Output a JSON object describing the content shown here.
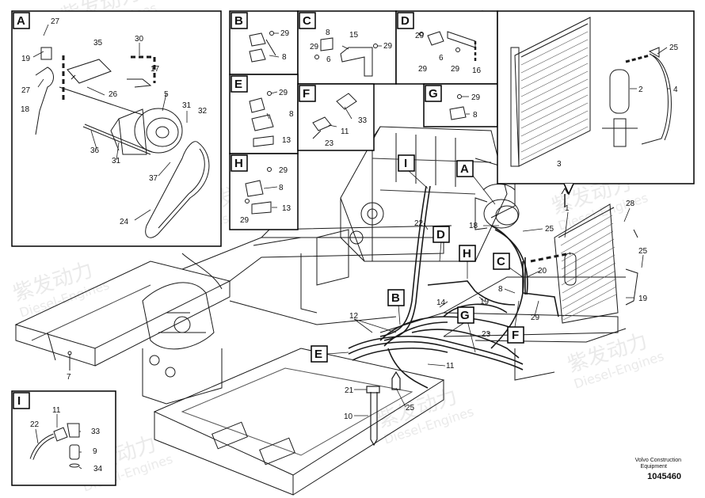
{
  "watermark": {
    "cn": "紫发动力",
    "en": "Diesel-Engines"
  },
  "footer": {
    "brand_line1": "Volvo Construction",
    "brand_line2": "Equipment",
    "doc_number": "1045460"
  },
  "colors": {
    "line": "#1a1a1a",
    "frame": "#000000",
    "watermark": "#e6e6e6"
  },
  "insets": {
    "A": {
      "letter": "A",
      "labels": [
        "27",
        "19",
        "27",
        "18",
        "35",
        "30",
        "17",
        "26",
        "5",
        "31",
        "32",
        "36",
        "31",
        "37",
        "24"
      ]
    },
    "B": {
      "letter": "B",
      "labels": [
        "29",
        "8"
      ]
    },
    "C": {
      "letter": "C",
      "labels": [
        "8",
        "15",
        "29",
        "6",
        "29"
      ]
    },
    "D": {
      "letter": "D",
      "labels": [
        "29",
        "6",
        "29",
        "16"
      ]
    },
    "E": {
      "letter": "E",
      "labels": [
        "29",
        "8",
        "13"
      ]
    },
    "F": {
      "letter": "F",
      "labels": [
        "33",
        "11",
        "23"
      ]
    },
    "G": {
      "letter": "G",
      "labels": [
        "29",
        "8"
      ]
    },
    "H": {
      "letter": "H",
      "labels": [
        "29",
        "8",
        "29",
        "13"
      ]
    },
    "I": {
      "letter": "I",
      "labels": [
        "11",
        "22",
        "33",
        "9",
        "34"
      ]
    },
    "condenser": {
      "labels": [
        "25",
        "2",
        "4",
        "3"
      ]
    }
  },
  "main_callouts": {
    "letters": [
      "I",
      "A",
      "D",
      "H",
      "C",
      "B",
      "G",
      "E",
      "F"
    ],
    "numbers": [
      "1",
      "28",
      "22",
      "18",
      "25",
      "25",
      "20",
      "19",
      "8",
      "14",
      "19",
      "29",
      "12",
      "23",
      "11",
      "21",
      "25",
      "10",
      "7"
    ]
  }
}
